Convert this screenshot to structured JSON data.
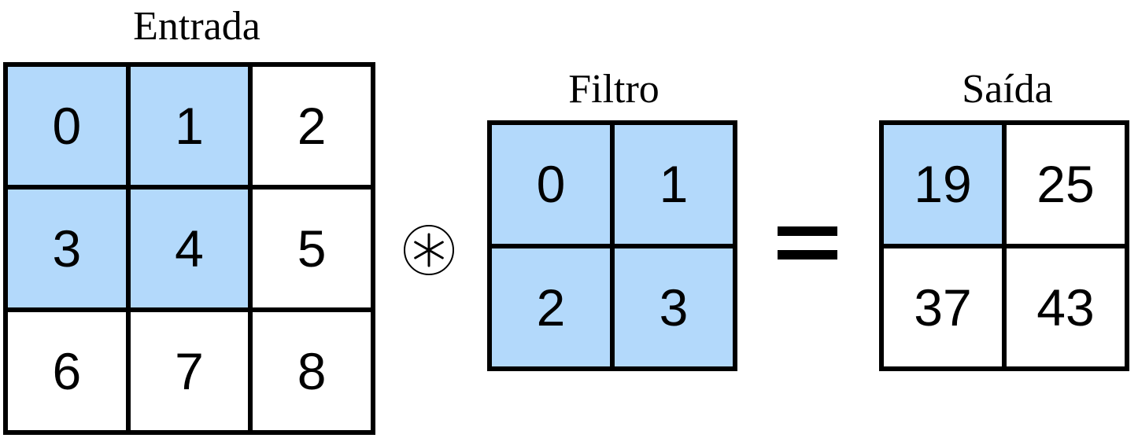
{
  "input": {
    "title": "Entrada",
    "values": [
      [
        "0",
        "1",
        "2"
      ],
      [
        "3",
        "4",
        "5"
      ],
      [
        "6",
        "7",
        "8"
      ]
    ],
    "highlighted": [
      [
        true,
        true,
        false
      ],
      [
        true,
        true,
        false
      ],
      [
        false,
        false,
        false
      ]
    ]
  },
  "filter": {
    "title": "Filtro",
    "values": [
      [
        "0",
        "1"
      ],
      [
        "2",
        "3"
      ]
    ],
    "highlighted": [
      [
        true,
        true
      ],
      [
        true,
        true
      ]
    ]
  },
  "output": {
    "title": "Saída",
    "values": [
      [
        "19",
        "25"
      ],
      [
        "37",
        "43"
      ]
    ],
    "highlighted": [
      [
        true,
        false
      ],
      [
        false,
        false
      ]
    ]
  },
  "operators": {
    "convolution": "circled-asterisk-icon",
    "equals": "equals-sign-icon"
  },
  "colors": {
    "highlight": "#b3d9fb",
    "border": "#000000",
    "background": "#ffffff"
  }
}
